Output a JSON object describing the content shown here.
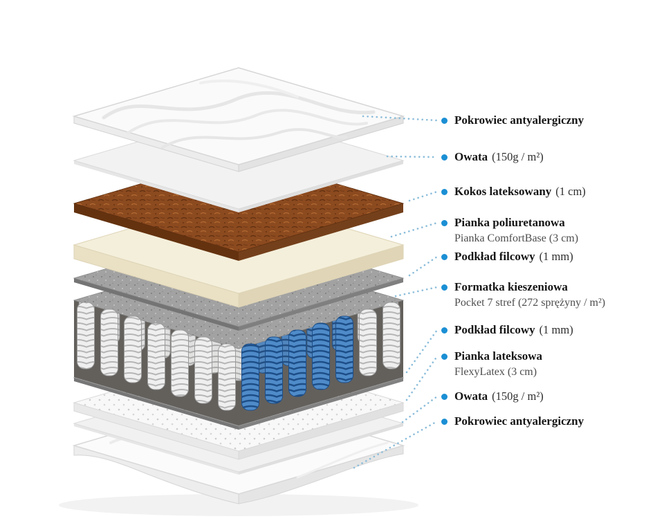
{
  "diagram": {
    "name": "mattress-exploded-layers",
    "layers": [
      "cover-top",
      "owata-top",
      "kokos",
      "foam-pu",
      "felt-top",
      "pocket-springs",
      "felt-bottom",
      "latex",
      "owata-bottom",
      "cover-bottom"
    ]
  },
  "colors": {
    "accent_blue": "#1b8fd4",
    "leader_dots": "#8bbdda",
    "spring_blue": "#4f8bc9",
    "spring_blue_dark": "#1d4e87",
    "kokos_brown": "#8c4a1f",
    "foam_cream": "#f4efdb",
    "felt_gray": "#a2a2a2",
    "text_main": "#151515",
    "text_sub": "#4d4d4d"
  },
  "springs": {
    "front_columns": 14,
    "back_columns": 13,
    "blue_front_start": 7,
    "blue_front_end": 11,
    "blue_back_start": 7,
    "blue_back_end": 10
  },
  "labels": [
    {
      "main": "Pokrowiec antyalergiczny",
      "sub": "",
      "line2": ""
    },
    {
      "main": "Owata",
      "sub": "(150g / m²)",
      "line2": ""
    },
    {
      "main": "Kokos lateksowany",
      "sub": "(1 cm)",
      "line2": ""
    },
    {
      "main": "Pianka poliuretanowa",
      "sub": "",
      "line2": "Pianka ComfortBase (3 cm)"
    },
    {
      "main": "Podkład filcowy",
      "sub": "(1 mm)",
      "line2": ""
    },
    {
      "main": "Formatka kieszeniowa",
      "sub": "",
      "line2": "Pocket 7 stref (272 sprężyny / m²)"
    },
    {
      "main": "Podkład filcowy",
      "sub": "(1 mm)",
      "line2": ""
    },
    {
      "main": "Pianka lateksowa",
      "sub": "",
      "line2": "FlexyLatex (3 cm)"
    },
    {
      "main": "Owata",
      "sub": "(150g / m²)",
      "line2": ""
    },
    {
      "main": "Pokrowiec antyalergiczny",
      "sub": "",
      "line2": ""
    }
  ]
}
